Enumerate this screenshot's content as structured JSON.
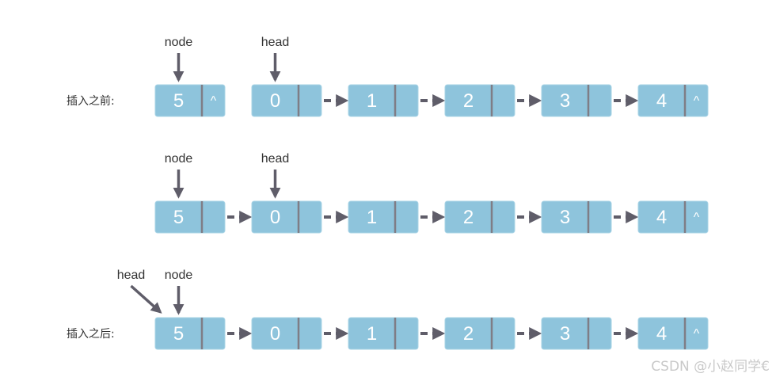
{
  "rows": [
    {
      "label": "插入之前:",
      "nodes": [
        {
          "value": "5",
          "next": "^",
          "links_to_next": false
        },
        {
          "value": "0",
          "next": "",
          "links_to_next": true
        },
        {
          "value": "1",
          "next": "",
          "links_to_next": true
        },
        {
          "value": "2",
          "next": "",
          "links_to_next": true
        },
        {
          "value": "3",
          "next": "",
          "links_to_next": true
        },
        {
          "value": "4",
          "next": "^",
          "links_to_next": false
        }
      ],
      "pointers": [
        {
          "label": "node",
          "target_node": 0,
          "direction": "down"
        },
        {
          "label": "head",
          "target_node": 1,
          "direction": "down"
        }
      ]
    },
    {
      "label": "",
      "nodes": [
        {
          "value": "5",
          "next": "",
          "links_to_next": true
        },
        {
          "value": "0",
          "next": "",
          "links_to_next": true
        },
        {
          "value": "1",
          "next": "",
          "links_to_next": true
        },
        {
          "value": "2",
          "next": "",
          "links_to_next": true
        },
        {
          "value": "3",
          "next": "",
          "links_to_next": true
        },
        {
          "value": "4",
          "next": "^",
          "links_to_next": false
        }
      ],
      "pointers": [
        {
          "label": "node",
          "target_node": 0,
          "direction": "down"
        },
        {
          "label": "head",
          "target_node": 1,
          "direction": "down"
        }
      ]
    },
    {
      "label": "插入之后:",
      "nodes": [
        {
          "value": "5",
          "next": "",
          "links_to_next": true
        },
        {
          "value": "0",
          "next": "",
          "links_to_next": true
        },
        {
          "value": "1",
          "next": "",
          "links_to_next": true
        },
        {
          "value": "2",
          "next": "",
          "links_to_next": true
        },
        {
          "value": "3",
          "next": "",
          "links_to_next": true
        },
        {
          "value": "4",
          "next": "^",
          "links_to_next": false
        }
      ],
      "pointers": [
        {
          "label": "head",
          "target_node": 0,
          "direction": "diagonal"
        },
        {
          "label": "node",
          "target_node": 0,
          "direction": "down"
        }
      ]
    }
  ],
  "watermark": "CSDN @小赵同学€",
  "colors": {
    "node_fill": "#8ec4dc",
    "divider": "#7f7d86",
    "arrow": "#5f5d69",
    "text": "#333333"
  }
}
